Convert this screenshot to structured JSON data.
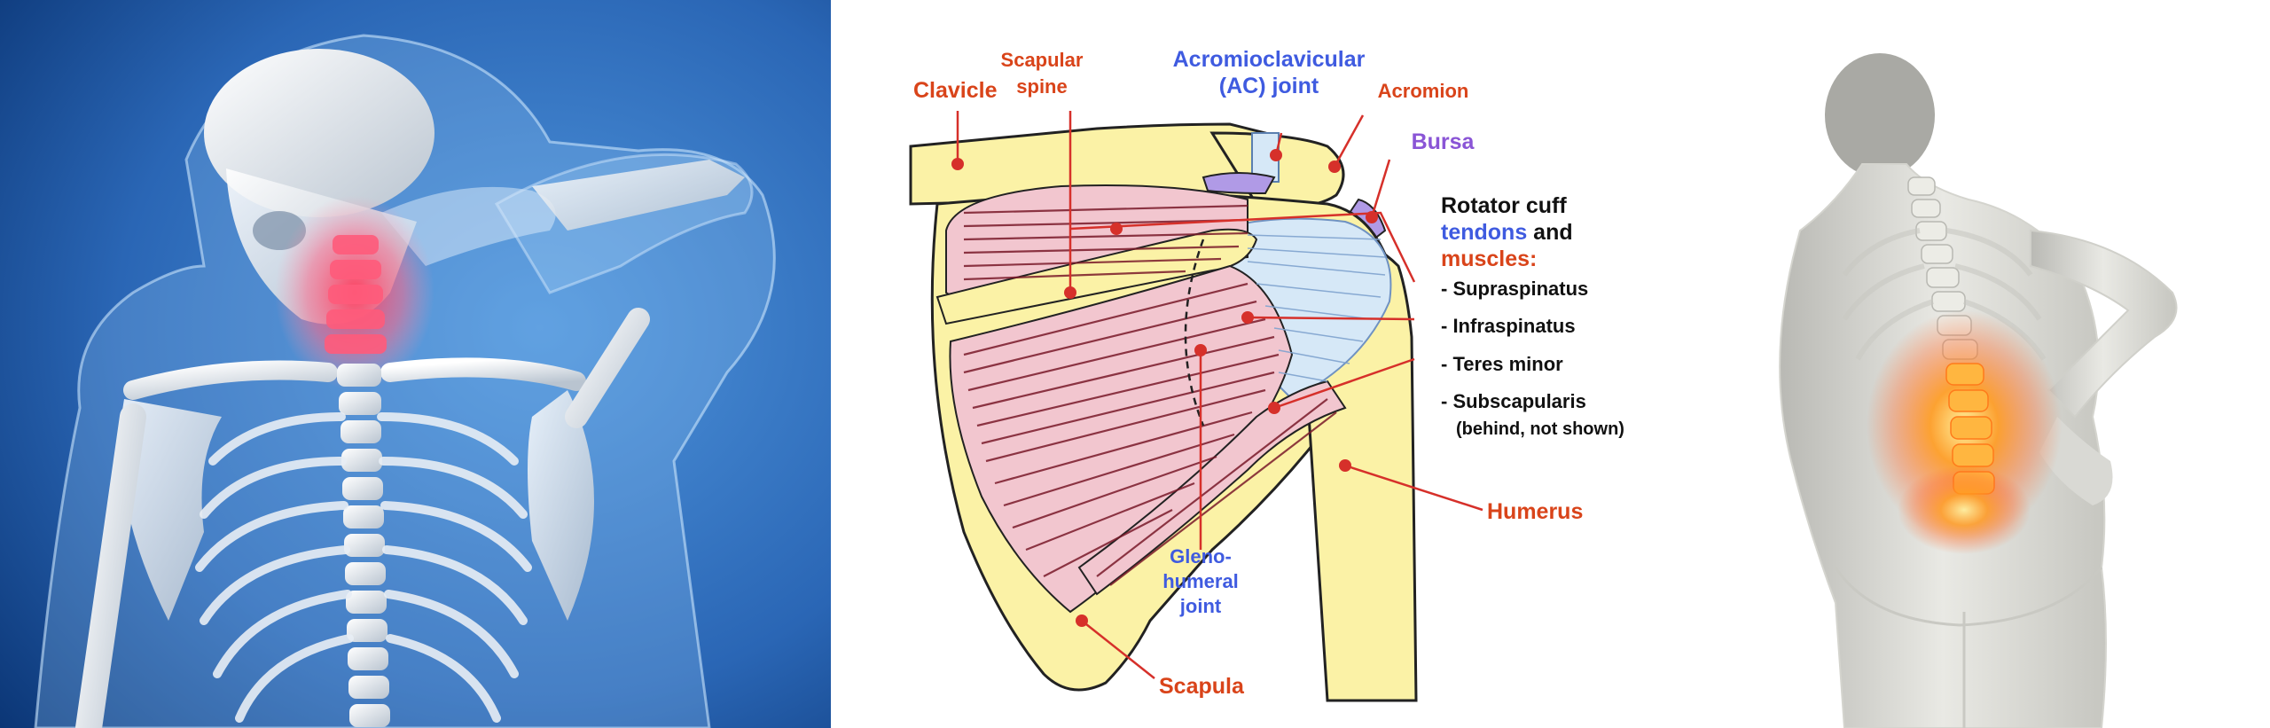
{
  "labels": {
    "clavicle": "Clavicle",
    "scapular_spine_1": "Scapular",
    "scapular_spine_2": "spine",
    "ac_joint_1": "Acromioclavicular",
    "ac_joint_2": "(AC) joint",
    "acromion": "Acromion",
    "bursa": "Bursa",
    "rotator_1": "Rotator cuff",
    "rotator_tendons": "tendons",
    "rotator_and": " and",
    "rotator_muscles": "muscles:",
    "supraspinatus": "- Supraspinatus",
    "infraspinatus": "- Infraspinatus",
    "teres_minor": "- Teres minor",
    "subscapularis": "- Subscapularis",
    "subscapularis_note": "(behind, not shown)",
    "humerus": "Humerus",
    "glenohumeral_1": "Gleno-",
    "glenohumeral_2": "humeral",
    "glenohumeral_3": "joint",
    "scapula": "Scapula"
  },
  "colors": {
    "label_red": "#d9441a",
    "label_blue": "#3f5be0",
    "label_purple": "#8a55d6",
    "bone_yellow": "#fbf2a6",
    "muscle_pink": "#f2c6cf",
    "tendon_blue": "#d6e8f7",
    "leader_red": "#d6302a",
    "left_bg_dark": "#0d3f86",
    "left_bg_light": "#3f86d3",
    "neck_pain": "#ff3a5a",
    "back_pain": "#ff8a18"
  }
}
